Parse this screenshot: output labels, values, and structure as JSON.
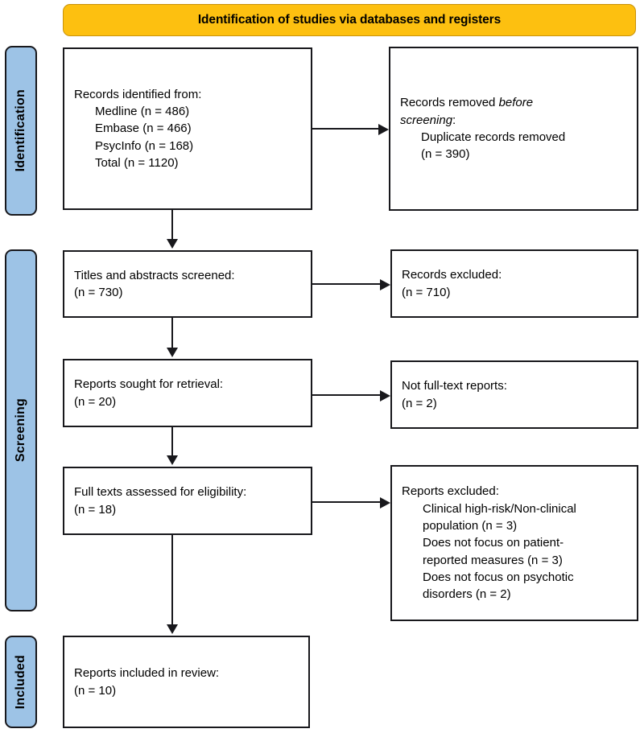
{
  "header": {
    "title": "Identification of studies via databases and registers",
    "background_color": "#FDC010"
  },
  "stages": {
    "identification": "Identification",
    "screening": "Screening",
    "included": "Included",
    "color": "#9DC3E6"
  },
  "boxes": {
    "identified": {
      "line1": "Records identified from:",
      "line2": "Medline (n = 486)",
      "line3": "Embase (n = 466)",
      "line4": "PsycInfo (n = 168)",
      "line5": "Total (n = 1120)"
    },
    "removed": {
      "line1_a": "Records removed ",
      "line1_b": "before",
      "line2_a": "screening",
      "line2_b": ":",
      "line3": "Duplicate records removed",
      "line4": "(n = 390)"
    },
    "screened": {
      "line1": "Titles and abstracts screened:",
      "line2": "(n = 730)"
    },
    "excluded_records": {
      "line1": "Records excluded:",
      "line2": "(n = 710)"
    },
    "sought": {
      "line1": "Reports sought for retrieval:",
      "line2": "(n = 20)"
    },
    "not_full_text": {
      "line1": "Not full-text reports:",
      "line2": "(n = 2)"
    },
    "full_text": {
      "line1": "Full texts assessed for eligibility:",
      "line2": "(n = 18)"
    },
    "excluded_reports": {
      "line1": "Reports excluded:",
      "line2": "Clinical high-risk/Non-clinical",
      "line3": "population (n = 3)",
      "line4": "Does not focus on patient-",
      "line5": "reported measures (n = 3)",
      "line6": "Does not focus on psychotic",
      "line7": "disorders (n = 2)"
    },
    "included": {
      "line1": "Reports included in review:",
      "line2": "(n = 10)"
    }
  },
  "chart_data": {
    "type": "diagram",
    "title": "Identification of studies via databases and registers",
    "diagram_kind": "PRISMA 2020 flow diagram",
    "stages": [
      "Identification",
      "Screening",
      "Included"
    ],
    "nodes": [
      {
        "id": "identified",
        "stage": "Identification",
        "label": "Records identified from",
        "sources": [
          {
            "name": "Medline",
            "n": 486
          },
          {
            "name": "Embase",
            "n": 466
          },
          {
            "name": "PsycInfo",
            "n": 168
          }
        ],
        "total": 1120
      },
      {
        "id": "removed",
        "stage": "Identification",
        "label": "Records removed before screening: Duplicate records removed",
        "n": 390
      },
      {
        "id": "screened",
        "stage": "Screening",
        "label": "Titles and abstracts screened",
        "n": 730
      },
      {
        "id": "excluded_records",
        "stage": "Screening",
        "label": "Records excluded",
        "n": 710
      },
      {
        "id": "sought",
        "stage": "Screening",
        "label": "Reports sought for retrieval",
        "n": 20
      },
      {
        "id": "not_full_text",
        "stage": "Screening",
        "label": "Not full-text reports",
        "n": 2
      },
      {
        "id": "full_text",
        "stage": "Screening",
        "label": "Full texts assessed for eligibility",
        "n": 18
      },
      {
        "id": "excluded_reports",
        "stage": "Screening",
        "label": "Reports excluded",
        "reasons": [
          {
            "reason": "Clinical high-risk/Non-clinical population",
            "n": 3
          },
          {
            "reason": "Does not focus on patient-reported measures",
            "n": 3
          },
          {
            "reason": "Does not focus on psychotic disorders",
            "n": 2
          }
        ]
      },
      {
        "id": "included",
        "stage": "Included",
        "label": "Reports included in review",
        "n": 10
      }
    ],
    "edges": [
      {
        "from": "identified",
        "to": "removed",
        "direction": "right"
      },
      {
        "from": "identified",
        "to": "screened",
        "direction": "down"
      },
      {
        "from": "screened",
        "to": "excluded_records",
        "direction": "right"
      },
      {
        "from": "screened",
        "to": "sought",
        "direction": "down"
      },
      {
        "from": "sought",
        "to": "not_full_text",
        "direction": "right"
      },
      {
        "from": "sought",
        "to": "full_text",
        "direction": "down"
      },
      {
        "from": "full_text",
        "to": "excluded_reports",
        "direction": "right"
      },
      {
        "from": "full_text",
        "to": "included",
        "direction": "down"
      }
    ]
  }
}
